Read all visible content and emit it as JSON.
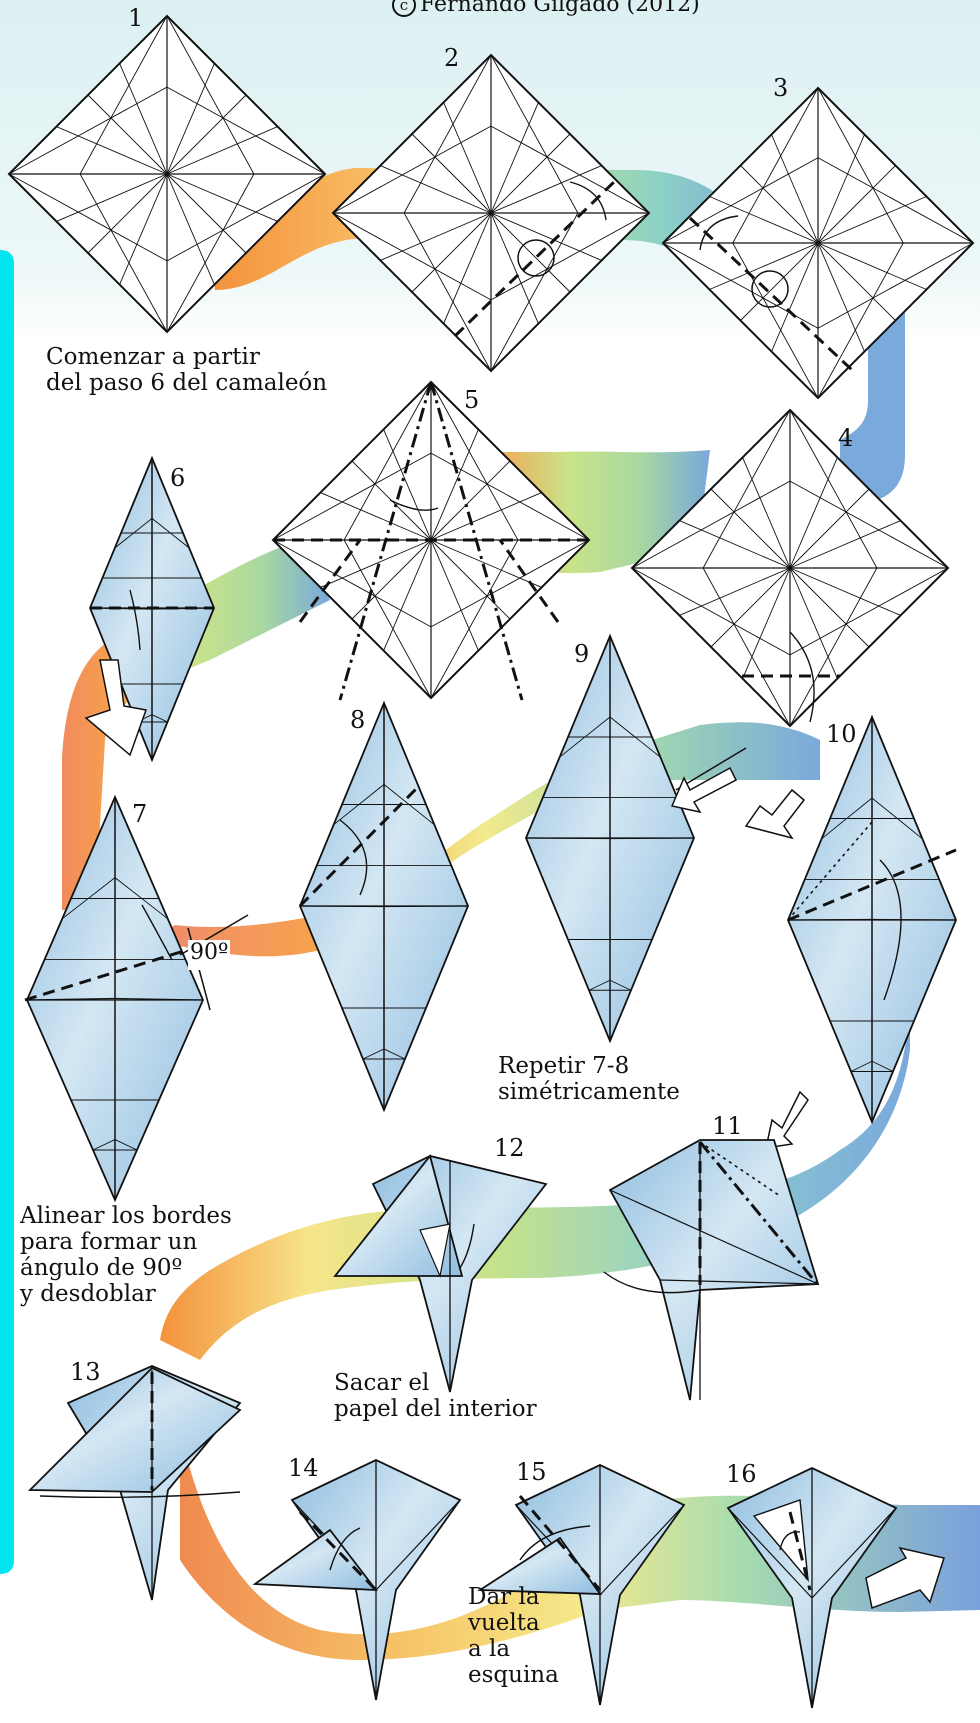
{
  "credit": {
    "symbol": "c",
    "text": "Fernando Gilgado (2012)"
  },
  "steps": [
    "1",
    "2",
    "3",
    "4",
    "5",
    "6",
    "7",
    "8",
    "9",
    "10",
    "11",
    "12",
    "13",
    "14",
    "15",
    "16"
  ],
  "captions": {
    "c1": "Comenzar a partir\ndel paso 6 del camaleón",
    "c7": "Alinear los bordes\npara formar un\nángulo de 90º\ny desdoblar",
    "c9": "Repetir 7-8\nsimétricamente",
    "c12": "Sacar el\npapel del interior",
    "c15": "Dar la\nvuelta\na la\nesquina"
  },
  "angle_label": "90º",
  "colors": {
    "bg_top": "#dceff2",
    "side_bar": "#00e5ee",
    "paper_blue": "#a9cde6",
    "ribbon": [
      "#f08a6e",
      "#f6a24e",
      "#f7e58a",
      "#b8dc8e",
      "#8fd0cc",
      "#7aa9dc"
    ]
  }
}
